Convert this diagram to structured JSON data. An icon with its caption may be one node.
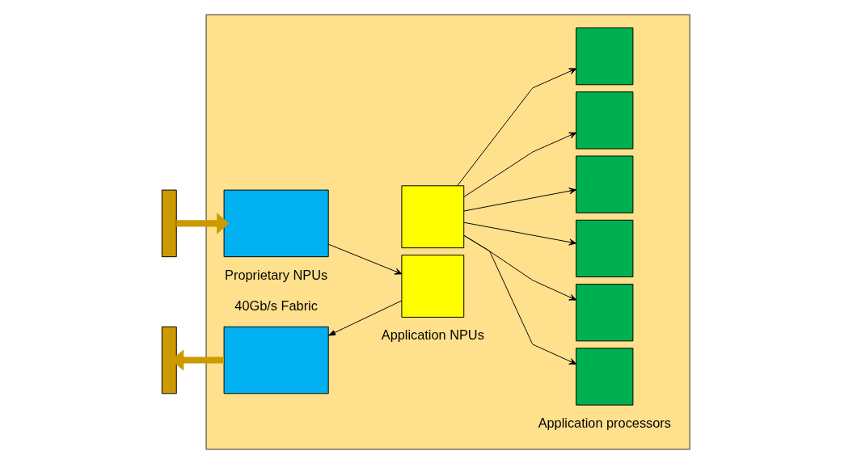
{
  "diagram": {
    "nodes": [
      {
        "text": [],
        "shape": "box"
      },
      {
        "text": [],
        "shape": "bar"
      },
      {
        "text": [],
        "shape": "bar"
      },
      {
        "text": [],
        "shape": "box",
        "in": 0
      },
      {
        "text": [],
        "shape": "box",
        "in": 0
      },
      {
        "text": [],
        "shape": "box",
        "in": 0
      },
      {
        "text": [],
        "shape": "box",
        "in": 0
      },
      {
        "text": [],
        "shape": "box",
        "in": 0
      },
      {
        "text": [],
        "shape": "box",
        "in": 0
      },
      {
        "text": [],
        "shape": "box",
        "in": 0
      },
      {
        "text": [],
        "shape": "box",
        "in": 0
      },
      {
        "text": [],
        "shape": "box",
        "in": 0
      },
      {
        "text": [],
        "shape": "box",
        "in": 0
      }
    ],
    "edges": [
      {
        "from": 1,
        "to": 3,
        "arrow": "to",
        "style": "thick",
        "color": "#cc9900"
      },
      {
        "from": 4,
        "to": 2,
        "arrow": "to",
        "style": "thick",
        "color": "#cc9900"
      },
      {
        "from": 3,
        "to": 5,
        "arrow": "to"
      },
      {
        "from": 5,
        "to": 4,
        "arrow": "to"
      },
      {
        "from": 6,
        "to": 7,
        "arrow": "to"
      },
      {
        "from": 6,
        "to": 8,
        "arrow": "to"
      },
      {
        "from": 6,
        "to": 9,
        "arrow": "to"
      },
      {
        "from": 6,
        "to": 10,
        "arrow": "to"
      },
      {
        "from": 6,
        "to": 11,
        "arrow": "to"
      },
      {
        "from": 6,
        "to": 12,
        "arrow": "to"
      }
    ],
    "labels": [
      "Proprietary NPUs",
      "Application NPUs",
      "Application processors",
      "40Gb/s Fabric"
    ]
  }
}
